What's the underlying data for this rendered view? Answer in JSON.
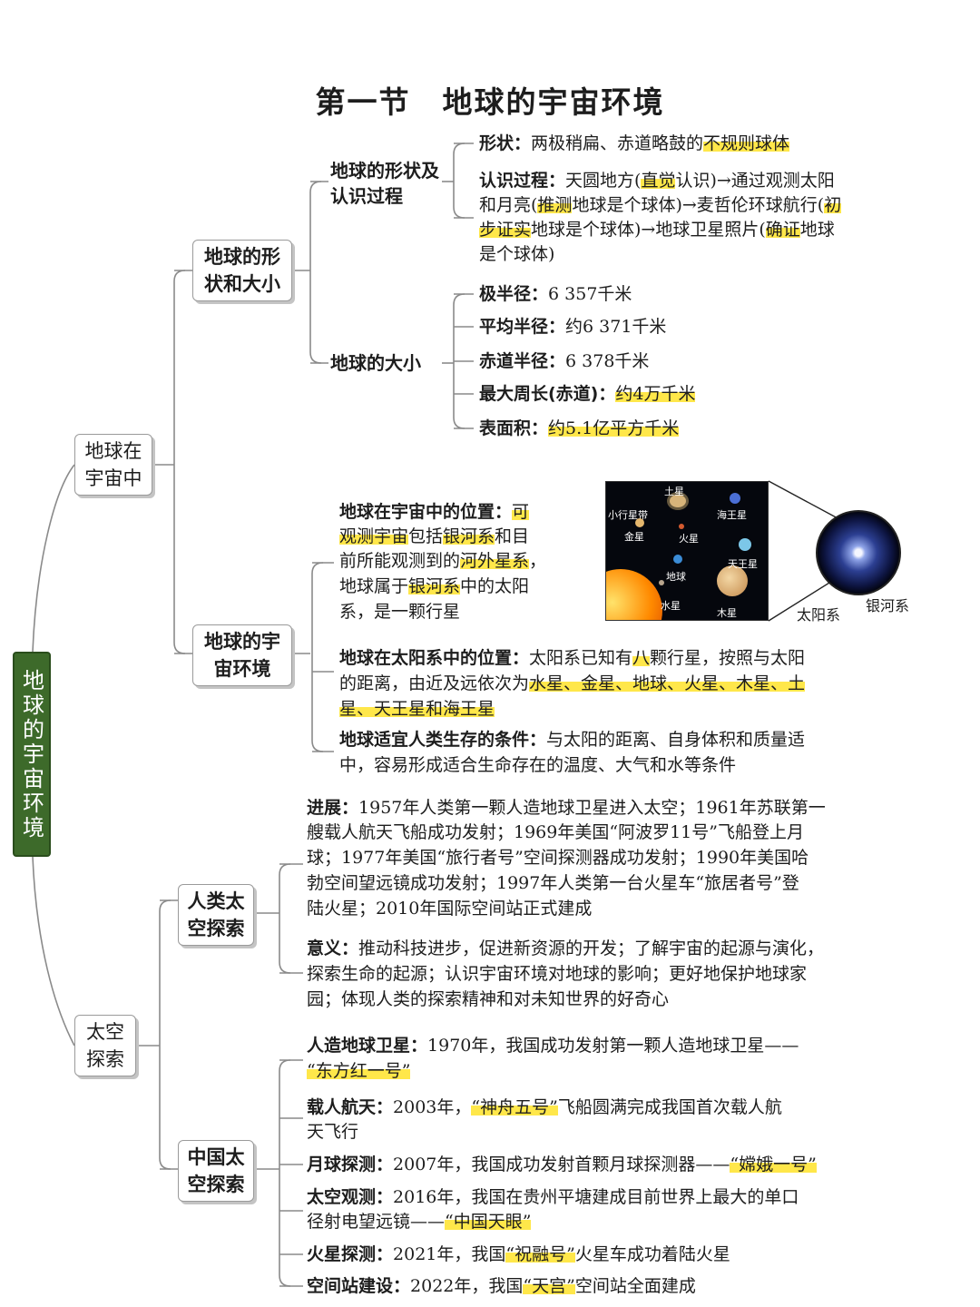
{
  "title": "第一节　地球的宇宙环境",
  "root": "地球的宇宙环境",
  "branch1": {
    "label": "地球在宇宙中",
    "shape_size": {
      "label": "地球的形状和大小",
      "shape_group": {
        "label": "地球的形状及认识过程",
        "shape": {
          "key": "形状：",
          "text": "两极稍扁、赤道略鼓的",
          "hl": "不规则球体"
        },
        "process": {
          "l1_key": "认识过程：",
          "l1_a": "天圆地方(",
          "l1_hl": "直觉",
          "l1_b": "认识)→通过观测太阳",
          "l2_a": "和月亮(",
          "l2_hl1": "推测",
          "l2_b": "地球是个球体)→麦哲伦环球航行(",
          "l2_hl2": "初",
          "l3_hl1": "步证实",
          "l3_a": "地球是个球体)→地球卫星照片(",
          "l3_hl2": "确证",
          "l3_b": "地球",
          "l4": "是个球体)"
        }
      },
      "size_group": {
        "label": "地球的大小",
        "polar": {
          "key": "极半径：",
          "val": "6 357千米"
        },
        "mean": {
          "key": "平均半径：",
          "val": "约6 371千米"
        },
        "equator": {
          "key": "赤道半径：",
          "val": "6 378千米"
        },
        "circ": {
          "key": "最大周长(赤道)：",
          "val": "约4万千米"
        },
        "area": {
          "key": "表面积：",
          "val": "约5.1亿平方千米"
        }
      }
    },
    "env": {
      "label": "地球的宇宙环境",
      "pos_universe": {
        "key": "地球在宇宙中的位置：",
        "k_hl": "可",
        "l2_hl1": "观测宇宙",
        "l2_a": "包括",
        "l2_hl2": "银河系",
        "l2_b": "和目",
        "l3_a": "前所能观测到的",
        "l3_hl": "河外星系",
        "l3_b": "，",
        "l4_a": "地球属于",
        "l4_hl": "银河系",
        "l4_b": "中的太阳",
        "l5": "系，是一颗行星"
      },
      "solar_figure": {
        "planets": [
          "土星",
          "小行星带",
          "海王星",
          "金星",
          "火星",
          "地球",
          "天王星",
          "水星",
          "木星"
        ],
        "label_solar": "太阳系",
        "label_galaxy": "银河系"
      },
      "pos_solar": {
        "key": "地球在太阳系中的位置：",
        "l1_a": "太阳系已知有",
        "l1_hl": "八",
        "l1_b": "颗行星，按照与太阳",
        "l2_a": "的距离，由近及远依次为",
        "l2_hl": "水星、金星、地球、火星、木星、土",
        "l3_hl": "星、天王星和海王星"
      },
      "condition": {
        "key": "地球适宜人类生存的条件：",
        "l1": "与太阳的距离、自身体积和质量适",
        "l2": "中，容易形成适合生命存在的温度、大气和水等条件"
      }
    }
  },
  "branch2": {
    "label": "太空探索",
    "human": {
      "label": "人类太空探索",
      "progress": {
        "key": "进展：",
        "lines": [
          "1957年人类第一颗人造地球卫星进入太空；1961年苏联第一",
          "艘载人航天飞船成功发射；1969年美国“阿波罗11号”飞船登上月",
          "球；1977年美国“旅行者号”空间探测器成功发射；1990年美国哈",
          "勃空间望远镜成功发射；1997年人类第一台火星车“旅居者号”登",
          "陆火星；2010年国际空间站正式建成"
        ]
      },
      "meaning": {
        "key": "意义：",
        "lines": [
          "推动科技进步，促进新资源的开发；了解宇宙的起源与演化，",
          "探索生命的起源；认识宇宙环境对地球的影响；更好地保护地球家",
          "园；体现人类的探索精神和对未知世界的好奇心"
        ]
      }
    },
    "china": {
      "label": "中国太空探索",
      "satellite": {
        "key": "人造地球卫星：",
        "text": "1970年，我国成功发射第一颗人造地球卫星——",
        "hl": "“东方红一号”"
      },
      "crewed": {
        "key": "载人航天：",
        "a": "2003年，",
        "hl": "“神舟五号”",
        "b": "飞船圆满完成我国首次载人航",
        "l2": "天飞行"
      },
      "moon": {
        "key": "月球探测：",
        "text": "2007年，我国成功发射首颗月球探测器——",
        "hl": "“嫦娥一号”"
      },
      "observe": {
        "key": "太空观测：",
        "text": "2016年，我国在贵州平塘建成目前世界上最大的单口",
        "l2": "径射电望远镜——",
        "hl": "“中国天眼”"
      },
      "mars": {
        "key": "火星探测：",
        "a": "2021年，我国",
        "hl": "“祝融号”",
        "b": "火星车成功着陆火星"
      },
      "station": {
        "key": "空间站建设：",
        "a": "2022年，我国",
        "hl": "“天宫”",
        "b": "空间站全面建成"
      }
    }
  }
}
